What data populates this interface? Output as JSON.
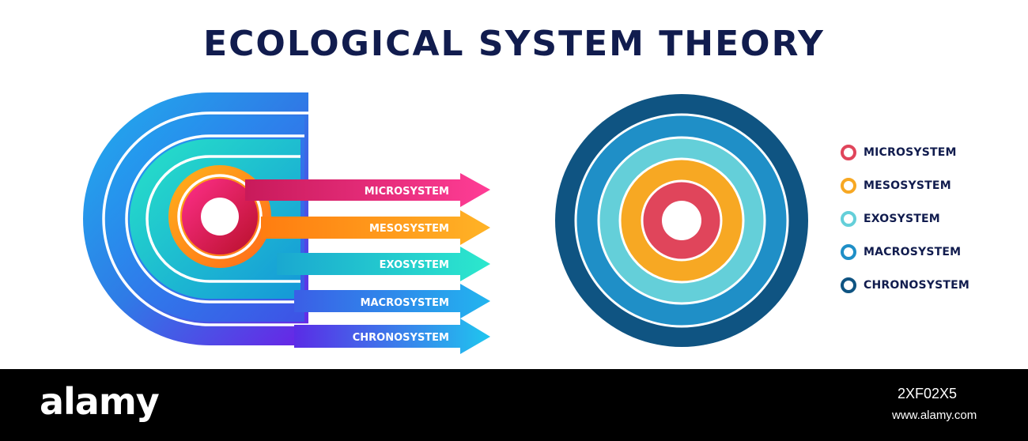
{
  "title": "ECOLOGICAL SYSTEM THEORY",
  "arrows": [
    {
      "label": "MICROSYSTEM"
    },
    {
      "label": "MESOSYSTEM"
    },
    {
      "label": "EXOSYSTEM"
    },
    {
      "label": "MACROSYSTEM"
    },
    {
      "label": "CHRONOSYSTEM"
    }
  ],
  "legend": [
    {
      "label": "MICROSYSTEM",
      "color": "#e0455b"
    },
    {
      "label": "MESOSYSTEM",
      "color": "#f7a823"
    },
    {
      "label": "EXOSYSTEM",
      "color": "#64cfd9"
    },
    {
      "label": "MACROSYSTEM",
      "color": "#1f8fc7"
    },
    {
      "label": "CHRONOSYSTEM",
      "color": "#0f5482"
    }
  ],
  "footer": {
    "brand": "alamy",
    "stock_id": "2XF02X5",
    "url": "www.alamy.com"
  }
}
